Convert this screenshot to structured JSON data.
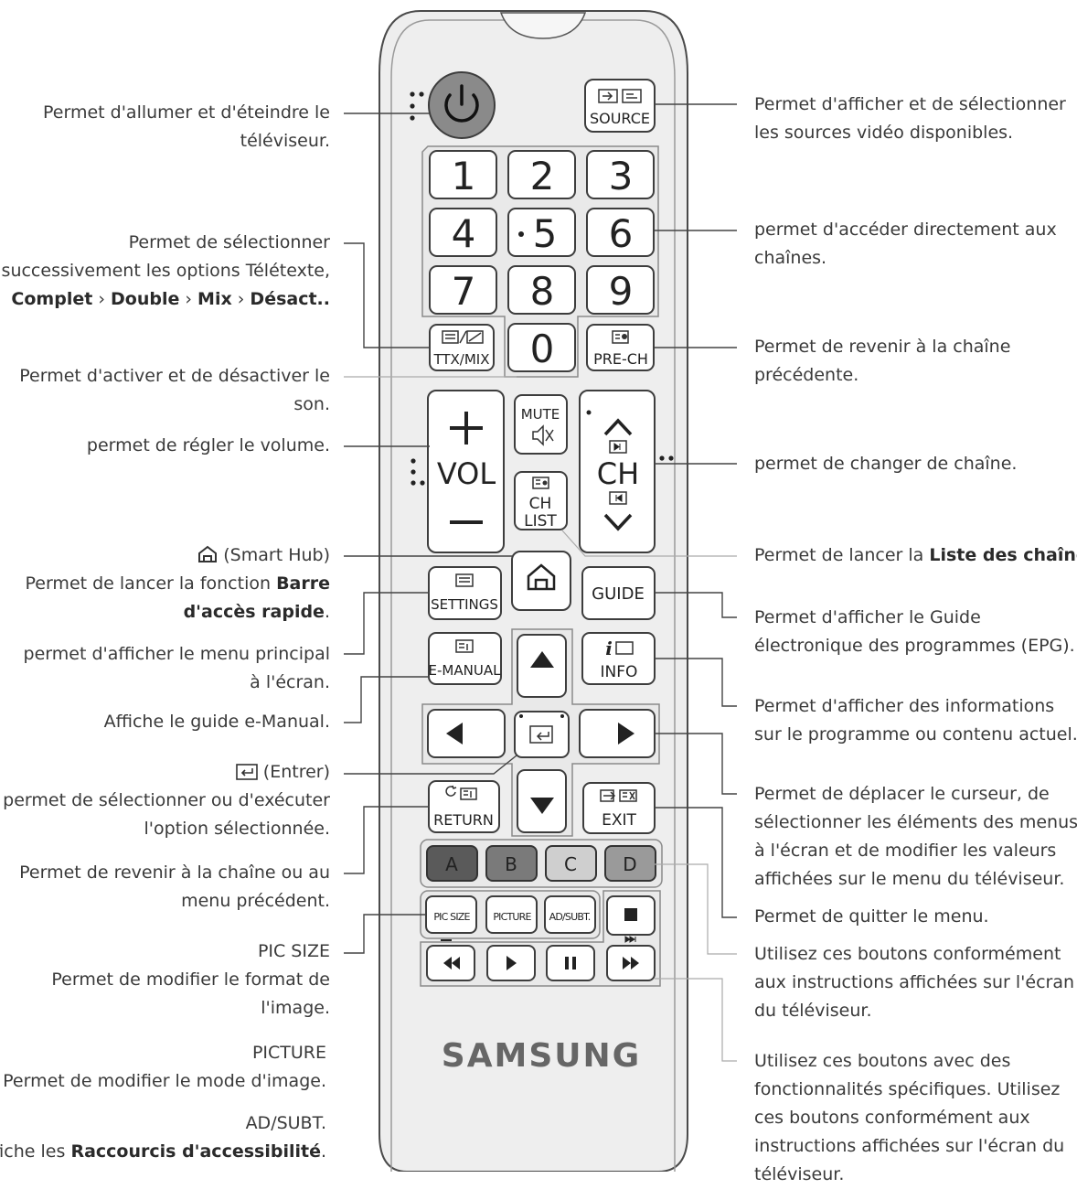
{
  "remote": {
    "brand": "SAMSUNG",
    "buttons": {
      "source": "SOURCE",
      "num1": "1",
      "num2": "2",
      "num3": "3",
      "num4": "4",
      "num5": "5",
      "num6": "6",
      "num7": "7",
      "num8": "8",
      "num9": "9",
      "num0": "0",
      "ttx": "TTX/MIX",
      "prech": "PRE-CH",
      "mute": "MUTE",
      "vol": "VOL",
      "ch": "CH",
      "chlist_1": "CH",
      "chlist_2": "LIST",
      "settings": "SETTINGS",
      "guide": "GUIDE",
      "emanual": "E-MANUAL",
      "info": "INFO",
      "return": "RETURN",
      "exit": "EXIT",
      "a": "A",
      "b": "B",
      "c": "C",
      "d": "D",
      "picsize": "PIC SIZE",
      "picture": "PICTURE",
      "adsubt": "AD/SUBT."
    },
    "colors": {
      "a": "#5a5a5a",
      "b": "#7a7a7a",
      "c": "#cfcfcf",
      "d": "#9a9a9a",
      "power": "#8a8a8a"
    }
  },
  "left_labels": {
    "power": [
      "Permet d'allumer et d'éteindre le",
      "téléviseur."
    ],
    "ttx": [
      "Permet de sélectionner",
      "successivement les options Télétexte,"
    ],
    "ttx_bold": {
      "a": "Complet",
      "sep1": " › ",
      "b": "Double",
      "sep2": " › ",
      "c": "Mix",
      "sep3": " › ",
      "d": "Désact.."
    },
    "mute": [
      "Permet d'activer et de désactiver le",
      "son."
    ],
    "vol": "permet de régler le volume.",
    "smarthub": "(Smart Hub)",
    "smarthub_desc1": "Permet de lancer la fonction ",
    "smarthub_bold1": "Barre",
    "smarthub_bold2": "d'accès rapide",
    "smarthub_end": ".",
    "settings": [
      "permet d'afficher le menu principal",
      "à l'écran."
    ],
    "emanual": "Affiche le guide e-Manual.",
    "enter": "(Entrer)",
    "enter_desc": [
      "permet de sélectionner ou d'exécuter",
      "l'option sélectionnée."
    ],
    "return": [
      "Permet de revenir à la chaîne ou au",
      "menu précédent."
    ],
    "picsize_title": "PIC SIZE",
    "picsize_desc": [
      "Permet de modifier le format de",
      "l'image."
    ],
    "picture_title": "PICTURE",
    "picture_desc": "Permet de modifier le mode d'image.",
    "adsubt_title": "AD/SUBT.",
    "adsubt_desc": "Affiche les ",
    "adsubt_bold": "Raccourcis d'accessibilité",
    "adsubt_end": "."
  },
  "right_labels": {
    "source": [
      "Permet d'afficher et de sélectionner",
      "les sources vidéo disponibles."
    ],
    "numbers": [
      "permet d'accéder directement aux",
      "chaînes."
    ],
    "prech": [
      "Permet de revenir à la chaîne",
      "précédente."
    ],
    "ch": "permet de changer de chaîne.",
    "chlist": "Permet de lancer la ",
    "chlist_bold": "Liste des chaînes",
    "chlist_end": ".",
    "guide": [
      "Permet d'afficher le Guide",
      "électronique des programmes (EPG)."
    ],
    "info": [
      "Permet d'afficher des informations",
      "sur le programme ou contenu actuel."
    ],
    "cursor": [
      "Permet de déplacer le curseur, de",
      "sélectionner les éléments des menus",
      "à l'écran et de modifier les valeurs",
      "affichées sur le menu du téléviseur."
    ],
    "exit": "Permet de quitter le menu.",
    "colorbtn": [
      "Utilisez ces boutons conformément",
      "aux instructions affichées sur l'écran",
      "du téléviseur."
    ],
    "media": [
      "Utilisez ces boutons avec des",
      "fonctionnalités spécifiques. Utilisez",
      "ces boutons conformément aux",
      "instructions affichées sur l'écran du",
      "téléviseur."
    ]
  }
}
